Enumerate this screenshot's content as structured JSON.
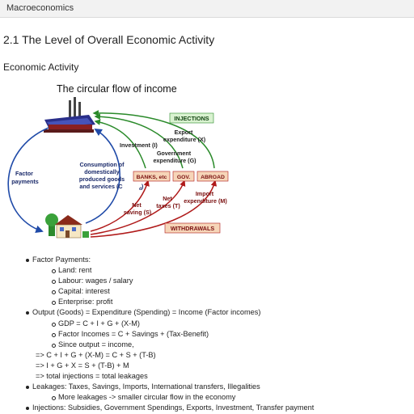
{
  "topbar": {
    "title": "Macroeconomics"
  },
  "page": {
    "heading": "2.1 The Level of Overall Economic Activity",
    "subheading": "Economic Activity"
  },
  "diagram": {
    "title": "The circular flow of income",
    "injections_label": "INJECTIONS",
    "withdrawals_label": "WITHDRAWALS",
    "export_label": [
      "Export",
      "expenditure (X)"
    ],
    "investment_label": "Investment (I)",
    "government_label": [
      "Government",
      "expenditure (G)"
    ],
    "banks_box": "BANKS, etc",
    "gov_box": "GOV.",
    "abroad_box": "ABROAD",
    "factor_payments_label": [
      "Factor",
      "payments"
    ],
    "consumption_label": [
      "Consumption of",
      "domestically",
      "produced goods",
      "and services (C"
    ],
    "consumption_subscript": "d",
    "consumption_tail": ")",
    "net_saving_label": [
      "Net",
      "saving (S)"
    ],
    "net_taxes_label": [
      "Net",
      "taxes (T)"
    ],
    "import_label": [
      "Import",
      "expenditure (M)"
    ],
    "colors": {
      "injection_arrow": "#2a8a2a",
      "withdrawal_arrow": "#b01a1a",
      "circular_arrow": "#1f4aa8",
      "box_fill": "#f6d5b8",
      "box_text": "#7a1010",
      "injections_box": "#d9f2d0"
    }
  },
  "notes": {
    "factor_payments": "Factor Payments:",
    "land": "Land: rent",
    "labour": "Labour: wages / salary",
    "capital": "Capital: interest",
    "enterprise": "Enterprise: profit",
    "output": "Output (Goods) = Expenditure (Spending) = Income (Factor incomes)",
    "gdp": "GDP = C + I + G + (X-M)",
    "factor_incomes": "Factor Incomes = C + Savings + (Tax-Benefit)",
    "since_output": "Since output = income,",
    "eq1": "=> C + I + G + (X-M) = C + S + (T-B)",
    "eq2": "=> I + G + X = S + (T-B) + M",
    "eq3": "=> total injections = total leakages",
    "leakages": "Leakages: Taxes, Savings, Imports, International transfers, Illegalities",
    "more_leakages": "More leakages -> smaller circular flow in the economy",
    "injections": "Injections: Subsidies, Government Spendings, Exports, Investment, Transfer payment"
  }
}
